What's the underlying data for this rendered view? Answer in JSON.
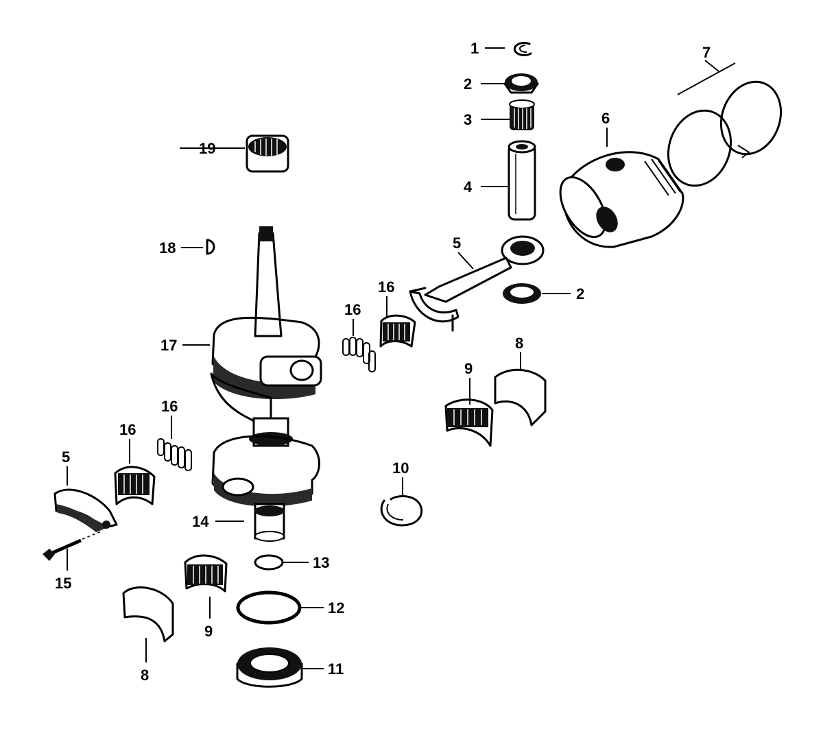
{
  "callouts": {
    "c1": "1",
    "c2a": "2",
    "c2b": "2",
    "c3": "3",
    "c4": "4",
    "c5a": "5",
    "c5b": "5",
    "c6": "6",
    "c7": "7",
    "c8a": "8",
    "c8b": "8",
    "c9a": "9",
    "c9b": "9",
    "c10": "10",
    "c11": "11",
    "c12": "12",
    "c13": "13",
    "c14": "14",
    "c15": "15",
    "c16a": "16",
    "c16b": "16",
    "c16c": "16",
    "c16d": "16",
    "c17": "17",
    "c18": "18",
    "c19": "19"
  }
}
